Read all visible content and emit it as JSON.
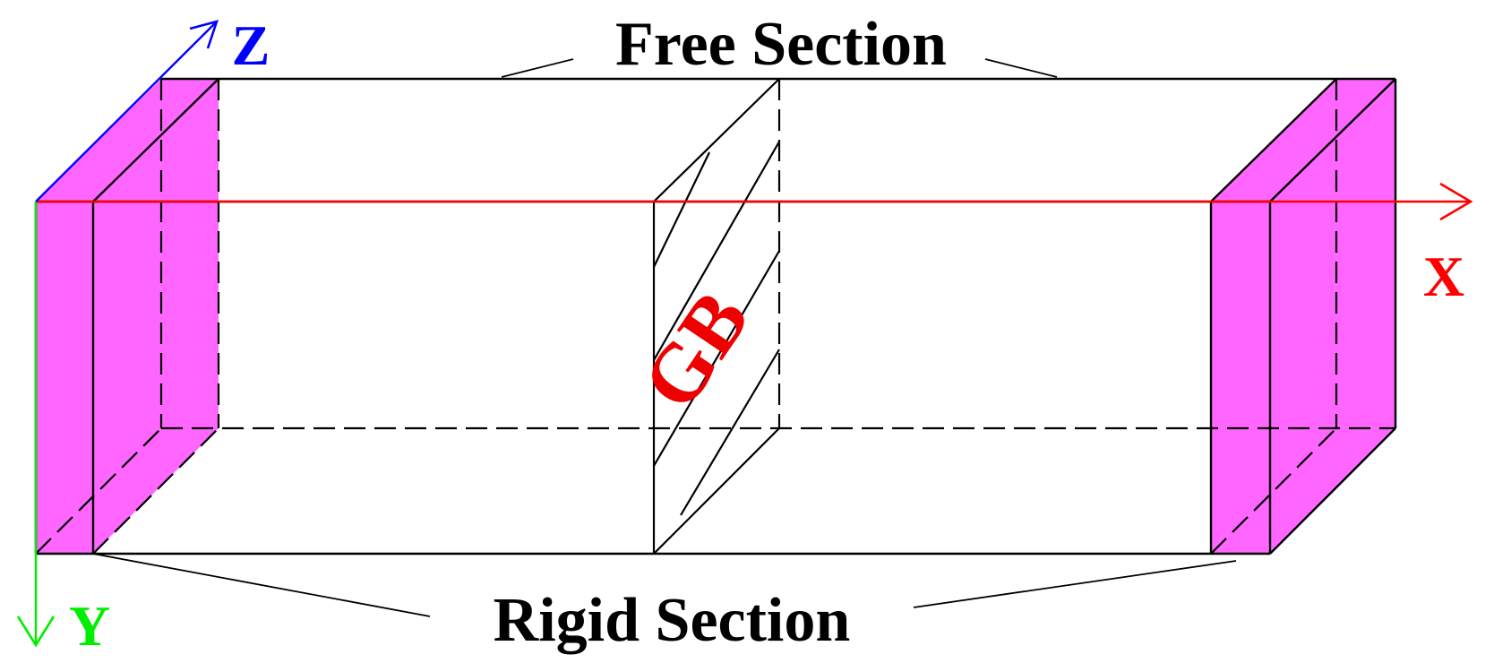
{
  "labels": {
    "free_section": "Free Section",
    "rigid_section": "Rigid Section",
    "grain_boundary": "GB",
    "axis_x": "X",
    "axis_y": "Y",
    "axis_z": "Z"
  },
  "colors": {
    "rigid_fill": "#ff66ff",
    "axis_x": "#ff0000",
    "axis_y": "#00ee00",
    "axis_z": "#0000ff",
    "edge": "#000000",
    "gb_label": "#ee0000"
  }
}
